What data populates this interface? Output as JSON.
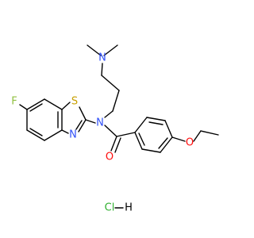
{
  "molecule": {
    "atoms": {
      "n_amine": "N",
      "n_amide": "N",
      "n_thiazole": "N",
      "s_thiazole": "S",
      "fluorine": "F",
      "o_carbonyl": "O",
      "o_ether": "O",
      "salt": "Cl",
      "salt_h": "H"
    },
    "colors": {
      "bond": "#000000",
      "nitrogen": "#3050F8",
      "sulfur": "#C8A000",
      "fluorine": "#90C040",
      "oxygen": "#FF0D0D",
      "chlorine": "#30B030",
      "hydrogen": "#000000"
    }
  }
}
